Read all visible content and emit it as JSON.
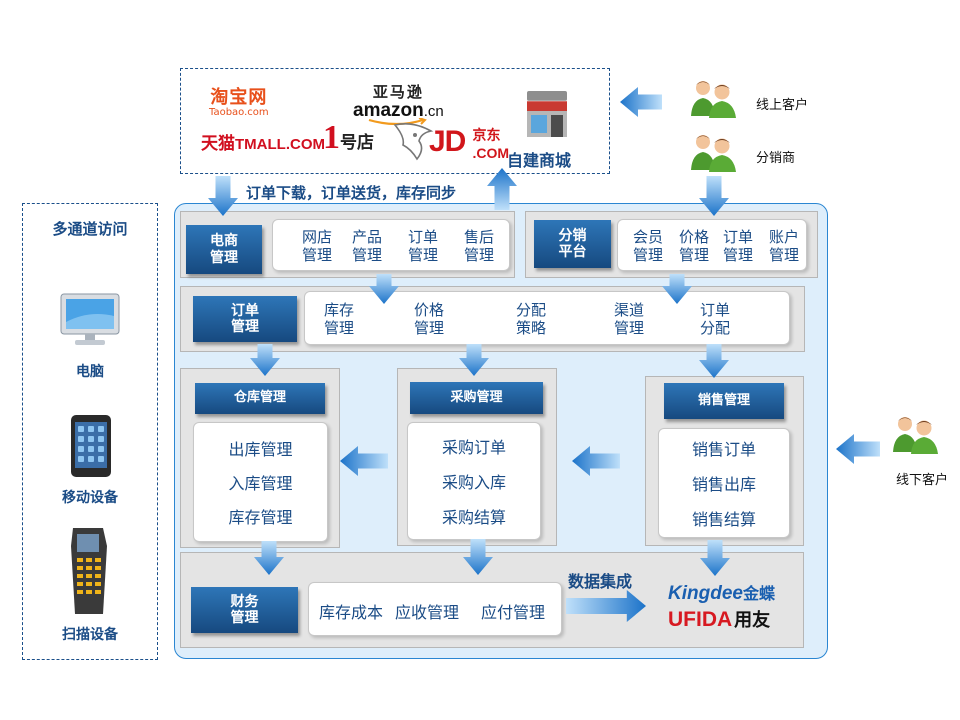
{
  "channels": {
    "taobao": {
      "cn": "淘宝网",
      "en": "Taobao.com"
    },
    "amazon": {
      "cn": "亚马逊",
      "en": "amazon",
      "suffix": ".cn"
    },
    "tmall": {
      "cn": "天猫",
      "en": "TMALL.COM"
    },
    "yihaodian": {
      "big": "1",
      "small": "号店"
    },
    "jd": {
      "en": "JD",
      "dotcom": ".COM",
      "cn": "京东"
    },
    "own_store": "自建商城"
  },
  "sync_label": "订单下载，订单送货，库存同步",
  "customers": {
    "online": "线上客户",
    "distributor": "分销商",
    "offline": "线下客户"
  },
  "access": {
    "title": "多通道访问",
    "devices": [
      "电脑",
      "移动设备",
      "扫描设备"
    ]
  },
  "ecommerce": {
    "header": "电商\n管理",
    "items": [
      "网店\n管理",
      "产品\n管理",
      "订单\n管理",
      "售后\n管理"
    ]
  },
  "distribution": {
    "header": "分销\n平台",
    "items": [
      "会员\n管理",
      "价格\n管理",
      "订单\n管理",
      "账户\n管理"
    ]
  },
  "order": {
    "header": "订单\n管理",
    "items": [
      "库存\n管理",
      "价格\n管理",
      "分配\n策略",
      "渠道\n管理",
      "订单\n分配"
    ]
  },
  "warehouse": {
    "header": "仓库管理",
    "items": [
      "出库管理",
      "入库管理",
      "库存管理"
    ]
  },
  "purchase": {
    "header": "采购管理",
    "items": [
      "采购订单",
      "采购入库",
      "采购结算"
    ]
  },
  "sales": {
    "header": "销售管理",
    "items": [
      "销售订单",
      "销售出库",
      "销售结算"
    ]
  },
  "finance": {
    "header": "财务\n管理",
    "items": [
      "库存成本",
      "应收管理",
      "应付管理"
    ]
  },
  "integration": {
    "label": "数据集成",
    "kingdee": {
      "en": "Kingdee",
      "cn": "金蝶"
    },
    "ufida": {
      "en": "UFIDA",
      "cn": "用友"
    }
  },
  "colors": {
    "dark_blue": "#1b4c86",
    "arrow_blue": "#1e7fd0",
    "header_top": "#2e76b8",
    "header_bottom": "#16497f",
    "panel_bg": "#deeefb",
    "taobao_orange": "#e8501b",
    "tmall_red": "#d10f1f",
    "jd_red": "#d1161b",
    "kingdee_blue": "#1a5fb0",
    "ufida_red": "#d71921"
  }
}
